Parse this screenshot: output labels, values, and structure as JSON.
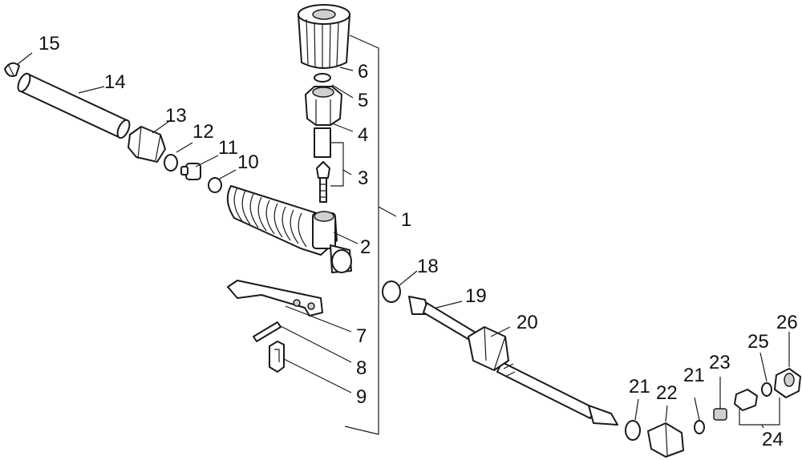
{
  "diagram": {
    "labels": {
      "p1": "1",
      "p2": "2",
      "p3": "3",
      "p4": "4",
      "p5": "5",
      "p6": "6",
      "p7": "7",
      "p8": "8",
      "p9": "9",
      "p10": "10",
      "p11": "11",
      "p12": "12",
      "p13": "13",
      "p14": "14",
      "p15": "15",
      "p18": "18",
      "p19": "19",
      "p20": "20",
      "p21a": "21",
      "p21b": "21",
      "p22": "22",
      "p23": "23",
      "p24": "24",
      "p25": "25",
      "p26": "26"
    }
  }
}
